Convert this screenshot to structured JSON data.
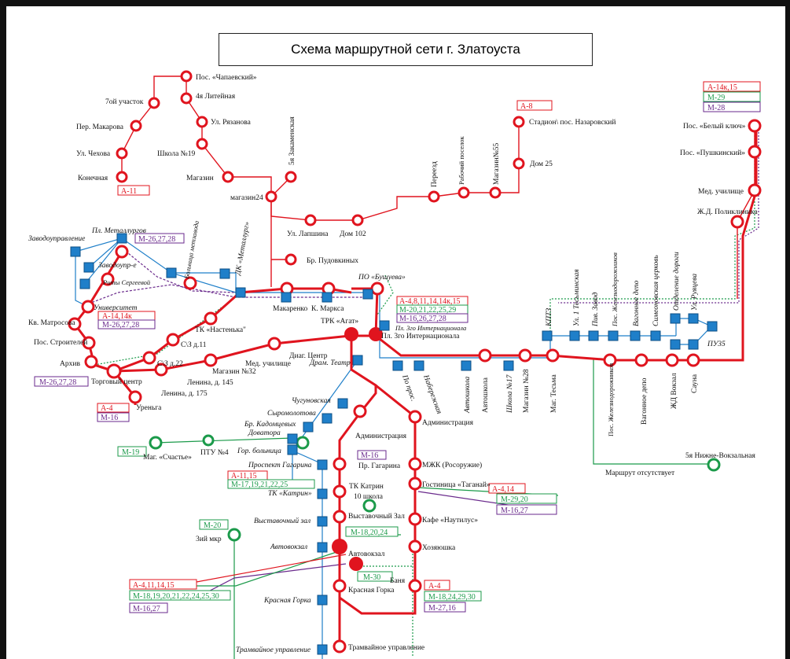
{
  "title": "Схема маршрутной сети г. Златоуста",
  "colors": {
    "bus_route": "#e0141e",
    "minibus_green": "#1b9a4a",
    "minibus_purple": "#6a2a8c",
    "tram_stop": "#1f7fc9",
    "city_road": "#1f7fc9"
  },
  "stops": {
    "chapaevsky": "Пос. «Чапаевский»",
    "seventh_uchastok": "7ой участок",
    "litejnaya4": "4я Литейная",
    "makarova": "Пер. Макарова",
    "ryazanova": "Ул. Рязанова",
    "chekhova": "Ул. Чехова",
    "school19": "Школа №19",
    "konechnaya": "Конечная",
    "magazin_top": "Магазин",
    "zakamenskaya5": "5я Закаменская",
    "magazin24": "магазин24",
    "lapshina": "Ул. Лапшина",
    "dom102": "Дом 102",
    "pereezd": "Переезд",
    "rab_poselok": "Рабочий поселок",
    "magazin55": "Магазин№55",
    "stadion": "Стадион\\ пос. Назаровский",
    "dom25": "Дом 25",
    "bely_klyuch": "Пос. «Белый ключ»",
    "pushkinsky": "Пос. «Пушкинский»",
    "med_uchilishe": "Мед. училище",
    "zhd_poliklinika": "Ж.Д. Поликлиника",
    "pl_metallurgov": "Пл. Металлургов",
    "zavodoupravlenie": "Заводоуправление",
    "zavodoupr2": "Заводоупр-е",
    "bolnica_metzavoda": "Больница метзавода",
    "dk_metallurg": "ДК «Металлург»",
    "br_pudovkinyh": "Бр. Пудовкиных",
    "po_bushueva": "ПО «Бушуева»",
    "rity_sergeevoy": "Риты Сергеевой",
    "universitet": "Университет",
    "makarenko": "Макаренко",
    "k_marksa": "К. Маркса",
    "kv_matrosova": "Кв. Матросова",
    "pos_stroitelej": "Пос. Строителей",
    "tk_nastenka": "ТК «Настенька\"",
    "trk_agat": "ТРК «Агат»",
    "pl_3_internacionala": "Пл. 3го Интернационала",
    "pl_3_int_italic": "Пл. 3го Интернационала",
    "sz11": "С\\З д.11",
    "sz22": "С\\З д.22",
    "arhiv": "Архив",
    "magazin32": "Магазин №32",
    "med_uchilishe2": "Мед. училище",
    "diag_centr": "Диаг. Центр",
    "dram_teatr": "Драм. Театр",
    "torg_centr": "Торговый центр",
    "lenina145": "Ленина, д. 145",
    "lenina175": "Ленина, д. 175",
    "urenga": "Уреньга",
    "chugunovskaya": "Чугуновская",
    "syromolotova": "Сыромолотова",
    "br_kadomcevyh": "Бр. Кадомцевых",
    "dovatora": "Доватора",
    "gor_bolnica": "Гор. больница",
    "prospekt_gagarina": "Проспект Гагарина",
    "tk_katrin_italic": "ТК «Катрин»",
    "vystavochny_zal_italic": "Выставочный зал",
    "avtovokzal_italic": "Автовокзал",
    "krasnaya_gorka_italic": "Красная Горка",
    "tramvaynoe_italic": "Трамвайное управление",
    "administraciya_l": "Администрация",
    "administraciya_r": "Администрация",
    "pr_gagarina": "Пр. Гагарина",
    "tk_katrin": "ТК Катрин",
    "shkola10": "10 школа",
    "vystavochny_zal": "Выставочный Зал",
    "avtovokzal": "Автовокзал",
    "krasnaya_gorka": "Красная Горка",
    "banya": "Баня",
    "tramvaynoe": "Трамвайное управление",
    "mzhk": "МЖК (Росоружие)",
    "gostinica": "Гостиница «Таганай»",
    "kafe": "Кафе «Наутилус»",
    "hozyayushka": "Хозяюшка",
    "mag_schastye": "Маг. «Счастье»",
    "ptu4": "ПТУ №4",
    "third_mkr": "3ий мкр",
    "po_prospektu": "По прос.",
    "naberezhnaya": "Набережная",
    "avtoshkola_italic": "Автошкола",
    "avtoshkola": "Автошкола",
    "shkola17": "Школа №17",
    "magazin28": "Магазин №28",
    "kptz": "КПТЗ",
    "mag_tesma": "Маг. Тесьма",
    "tesminskaya": "Ул. 1 Тесьминская",
    "piv_zavod": "Пив. Завод",
    "zheleznodorozhnikov_it": "Пос. Железнодорожников",
    "vagonnoe_depo_it": "Вагонное депо",
    "simeonovskaya": "Симеоновская церковь",
    "otdelenie_dorogi": "Отделение дороги",
    "ruyaceva": "Ул. Руяцева",
    "puz35": "ПУ35",
    "pos_zheleznodorozhnikov": "Пос. Железнодорожников",
    "vagonnoe_depo": "Вагонное депо",
    "zhd_vokzal": "ЖД Вокзал",
    "sauna": "Сауна",
    "nizhne_vokzalnaya": "5я Нижне-Вокзальная",
    "marshrut_otsutstvuet": "Маршрут отсутствует"
  },
  "route_labels": {
    "a11": "А-11",
    "a8": "А-8",
    "a14k15_tr": "А-14к,15",
    "m29": "М-29",
    "m28": "М-28",
    "m262728_a": "М-26,27,28",
    "a14_14k": "А-14,14к",
    "m262728_b": "М-26,27,28",
    "a48_center": "А-4,8,11,14,14к,15",
    "m20_center": "М-20,21,22,25,29",
    "m16_center": "М-16,26,27,28",
    "m262728_c": "М-26,27,28",
    "a4_left": "А-4",
    "m16_left": "М-16",
    "m19": "М-19",
    "m16_mid": "М-16",
    "a1115": "А-11,15",
    "m17": "М-17,19,21,22,25",
    "a414": "А-4,14",
    "m2920": "М-29,20",
    "m1627_r": "М-16,27",
    "m20": "М-20",
    "m182024": "М-18,20,24",
    "m30": "М-30",
    "a4111415": "А-4,11,14,15",
    "m18_long": "М-18,19,20,21,22,24,25,30",
    "m1627_bl": "М-16,27",
    "a4_br": "А-4",
    "m18242930": "М-18,24,29,30",
    "m2716": "М-27,16"
  }
}
